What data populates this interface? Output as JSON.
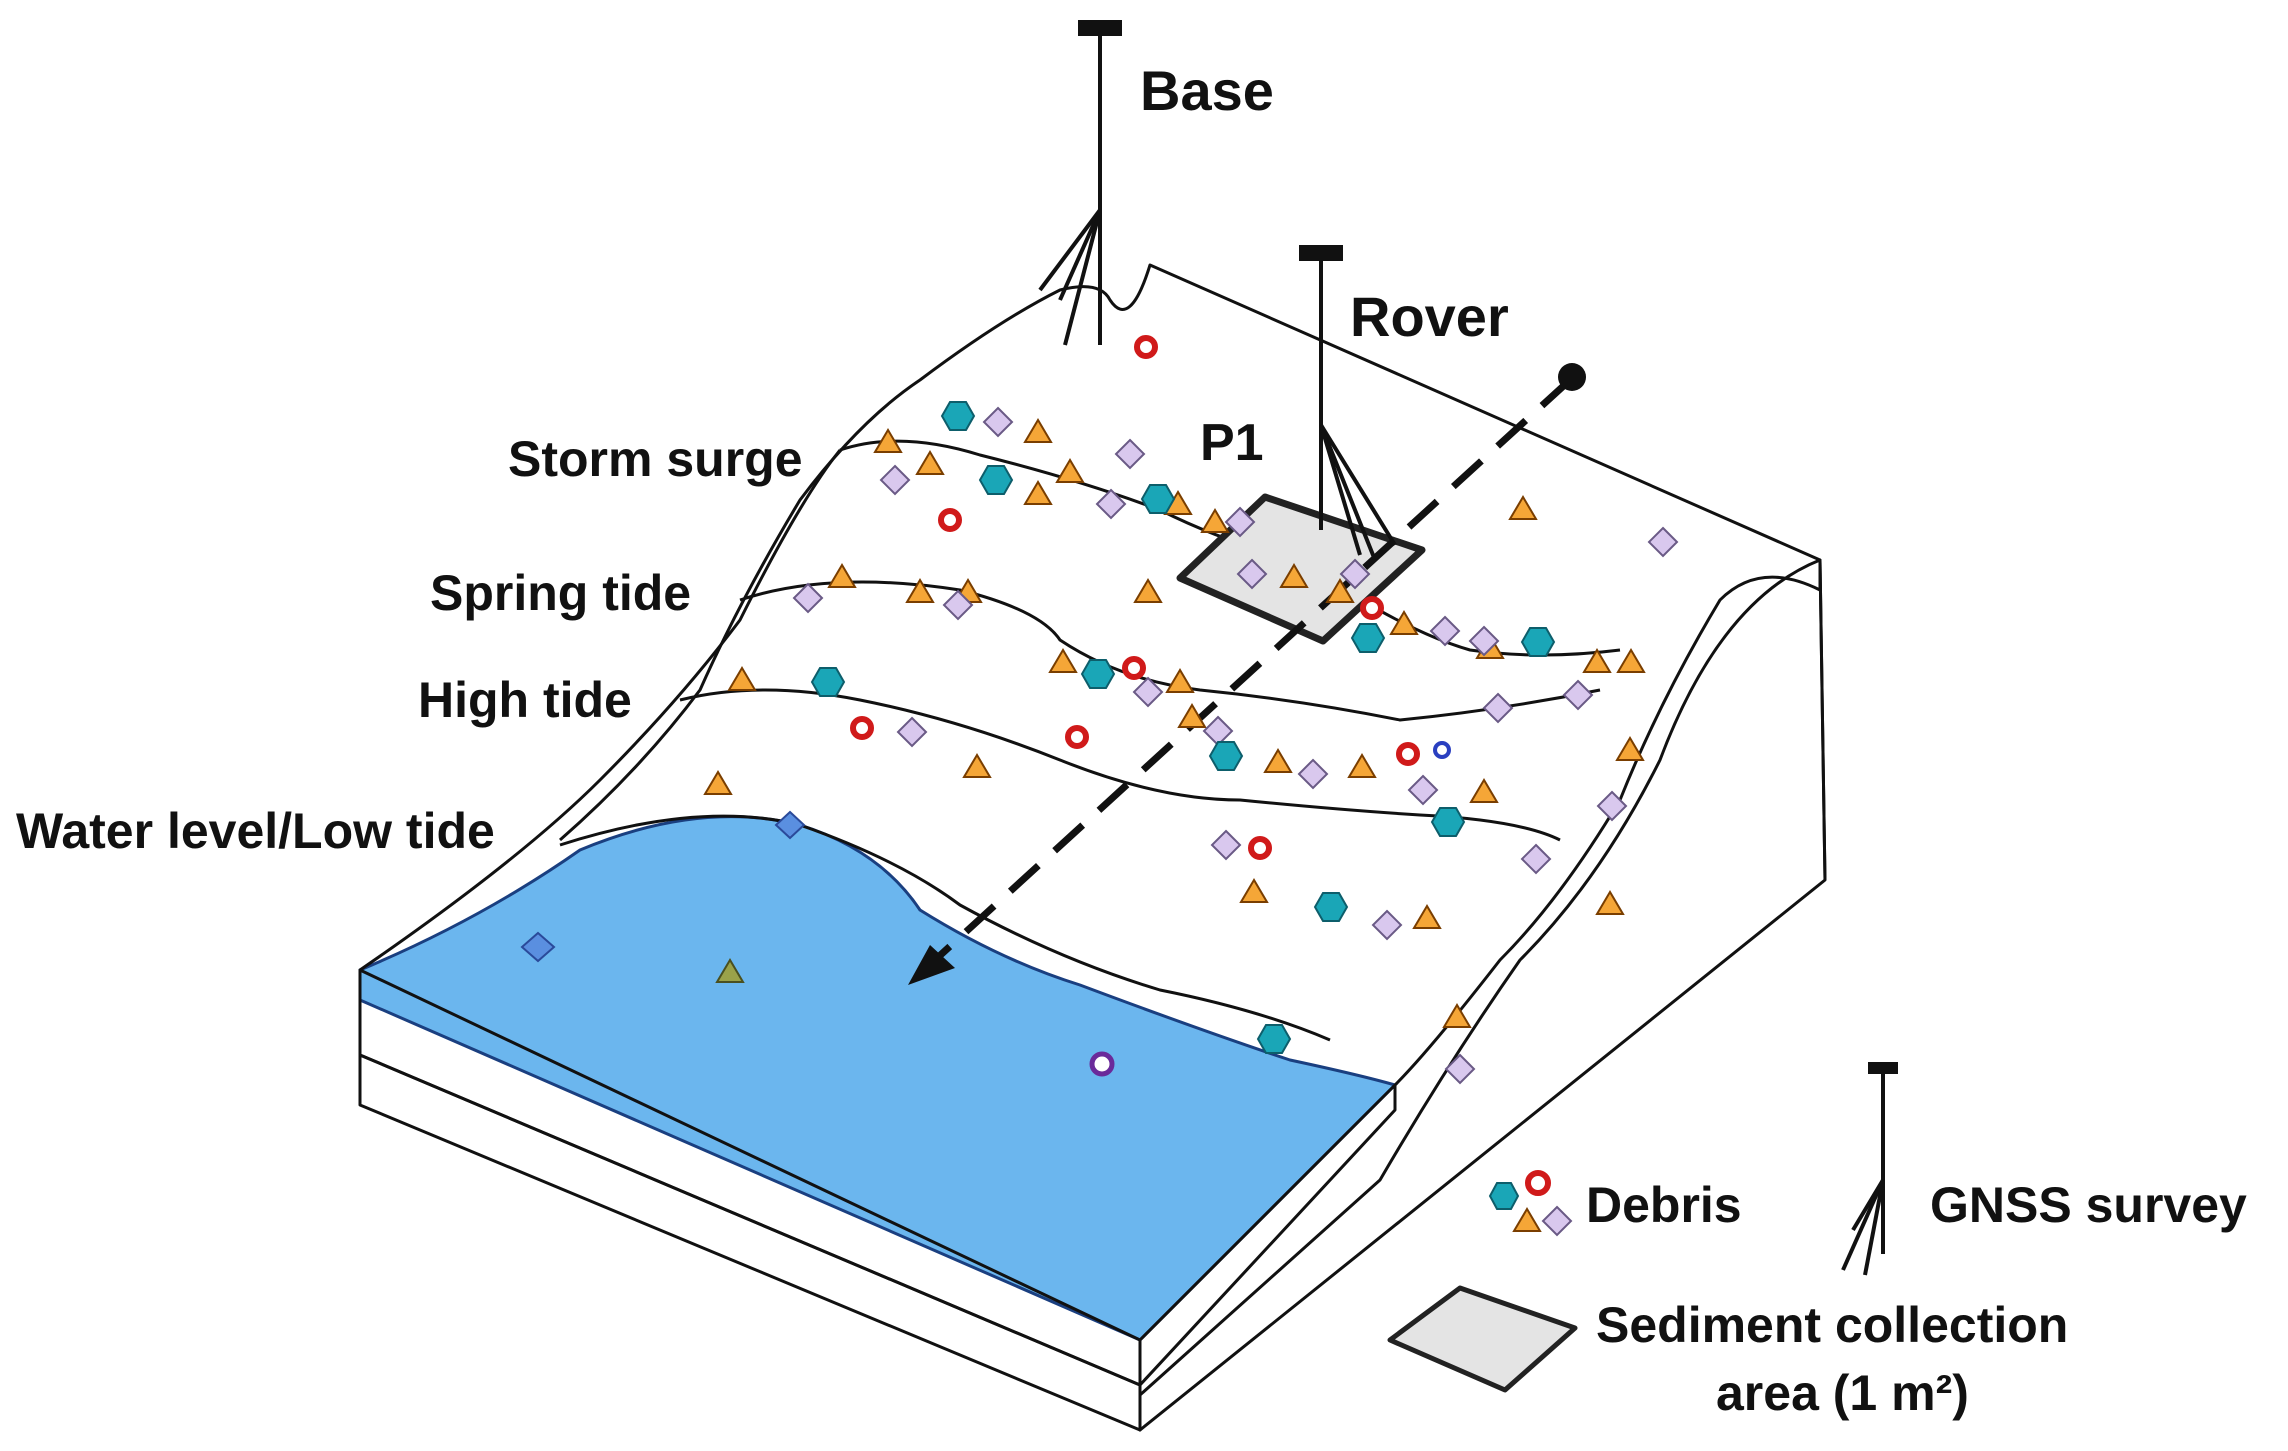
{
  "labels": {
    "base": "Base",
    "rover": "Rover",
    "p1": "P1",
    "storm_surge": "Storm surge",
    "spring_tide": "Spring tide",
    "high_tide": "High tide",
    "water_level": "Water level/Low tide"
  },
  "legend": {
    "debris": "Debris",
    "gnss": "GNSS survey",
    "sediment_line1": "Sediment collection",
    "sediment_line2": "area (1 m²)"
  },
  "colors": {
    "water": "#6bb6ee",
    "debris_triangle": "#f5a637",
    "debris_diamond": "#d9c8ee",
    "debris_hexagon": "#1aa6b7",
    "debris_ring": "#d01a1a",
    "sediment_area": "#e4e4e4"
  }
}
